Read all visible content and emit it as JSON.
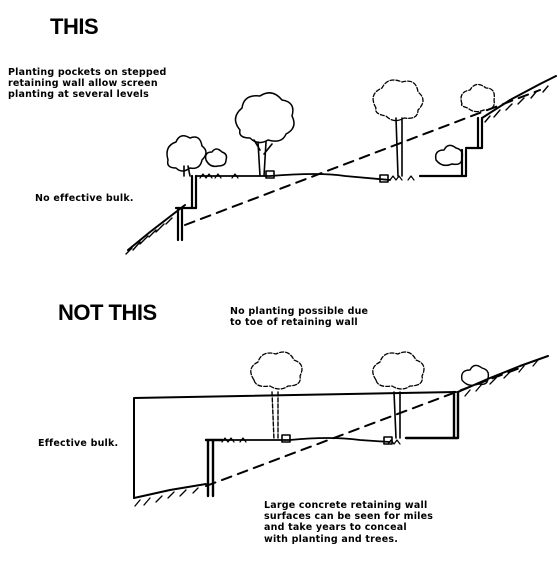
{
  "this_panel": {
    "heading": "THIS",
    "caption_planting": "Planting pockets on stepped\nretaining wall allow screen\nplanting at several levels",
    "caption_bulk": "No effective bulk."
  },
  "not_this_panel": {
    "heading": "NOT THIS",
    "caption_no_planting": "No planting possible due\nto toe of retaining wall",
    "caption_bulk": "Effective bulk.",
    "caption_concrete": "Large concrete retaining wall\nsurfaces can be seen for miles\nand take years to conceal\nwith planting and trees."
  },
  "colors": {
    "ink": "#000000",
    "paper": "#ffffff"
  }
}
